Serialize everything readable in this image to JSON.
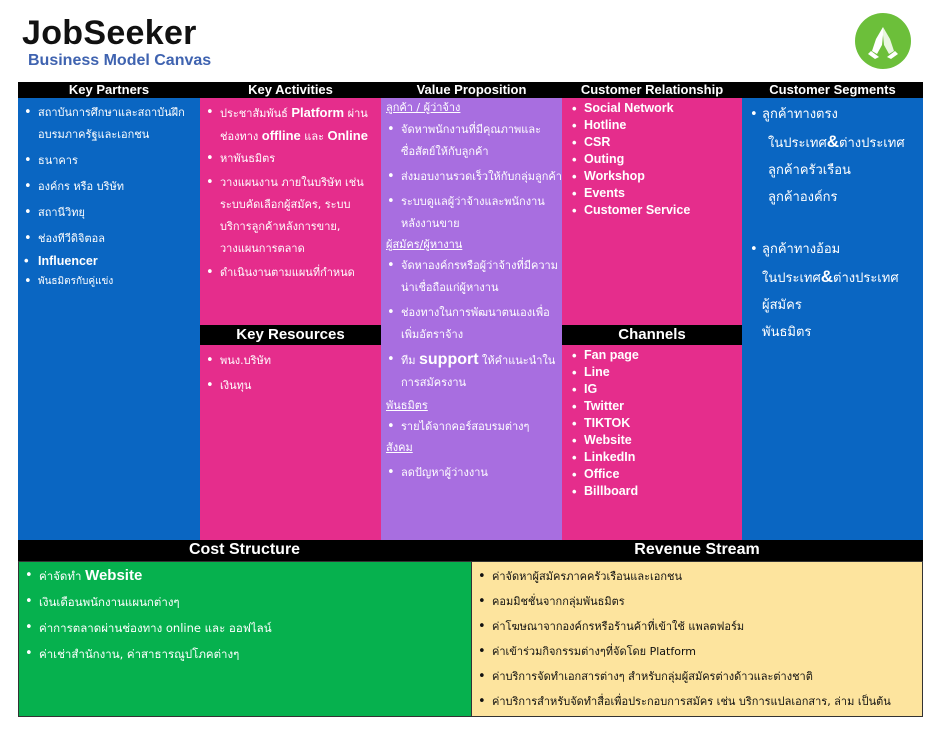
{
  "header": {
    "title": "JobSeeker",
    "subtitle": "Business Model Canvas",
    "logo_icon": "praying-hands-icon"
  },
  "colors": {
    "blue": "#0a66c2",
    "magenta": "#e52d8c",
    "purple": "#a86ee0",
    "green": "#06b14e",
    "cream": "#fde49e",
    "header_bg": "#000000",
    "logo": "#6cbf3a"
  },
  "key_partners": {
    "title": "Key Partners",
    "items": [
      "สถาบันการศึกษาและสถาบันฝึกอบรมภาครัฐและเอกชน",
      "ธนาคาร",
      "องค์กร หรือ บริษัท",
      "สถานีวิทยุ",
      "ช่องทีวีดิจิตอล",
      "Influencer",
      "พันธมิตรกับคู่แข่ง"
    ]
  },
  "key_activities": {
    "title": "Key Activities",
    "items": [
      {
        "pre": "ประชาสัมพันธ์ ",
        "en": "Platform",
        "post": " ผ่านช่องทาง "
      },
      {
        "text": "หาพันธมิตร"
      },
      {
        "text": "วางแผนงาน ภายในบริษัท เช่น ระบบคัดเลือกผู้สมัคร, ระบบบริการลูกค้าหลังการขาย, วางแผนการตลาด"
      },
      {
        "text": "ดำเนินงานตามแผนที่กำหนด"
      }
    ],
    "item1_en2": "offline",
    "item1_and": " และ ",
    "item1_en3": "Online"
  },
  "key_resources": {
    "title": "Key Resources",
    "items": [
      "พนง.บริษัท",
      "เงินทุน"
    ]
  },
  "value_proposition": {
    "title": "Value Proposition",
    "sections": [
      {
        "heading": "ลูกค้า / ผู้ว่าจ้าง",
        "items": [
          "จัดหาพนักงานที่มีคุณภาพและซื่อสัตย์ให้กับลูกค้า",
          "ส่งมอบงานรวดเร็วให้กับกลุ่มลูกค้า",
          "ระบบดูแลผู้ว่าจ้างและพนักงานหลังงานขาย"
        ]
      },
      {
        "heading": "ผู้สมัคร/ผู้หางาน",
        "items": [
          "จัดหาองค์กรหรือผู้ว่าจ้างที่มีความน่าเชื่อถือแก่ผู้หางาน",
          "ช่องทางในการพัฒนาตนเองเพื่อเพิ่มอัตราจ้าง"
        ],
        "support_pre": "ทีม ",
        "support_en": "support",
        "support_post": " ให้คำแนะนำในการสมัครงาน"
      },
      {
        "heading": "พันธมิตร",
        "items": [
          "รายได้จากคอร์สอบรมต่างๆ"
        ]
      },
      {
        "heading": "สังคม",
        "items": [
          "ลดปัญหาผู้ว่างงาน"
        ]
      }
    ]
  },
  "customer_relationship": {
    "title": "Customer Relationship",
    "items": [
      "Social Network",
      "Hotline",
      "CSR",
      "Outing",
      "Workshop",
      "Events",
      "Customer Service"
    ]
  },
  "channels": {
    "title": "Channels",
    "items": [
      "Fan page",
      "Line",
      "IG",
      "Twitter",
      "TIKTOK",
      "Website",
      "LinkedIn",
      "Office",
      "Billboard"
    ]
  },
  "customer_segments": {
    "title": "Customer Segments",
    "direct": {
      "head": "ลูกค้าทางตรง",
      "line1_pre": "ในประเทศ",
      "amp": "&",
      "line1_post": "ต่างประเทศ",
      "line2": "ลูกค้าครัวเรือน",
      "line3": "ลูกค้าองค์กร"
    },
    "indirect": {
      "head": "ลูกค้าทางอ้อม",
      "line1_pre": "ในประเทศ",
      "amp": "&",
      "line1_post": "ต่างประเทศ",
      "line2": "ผู้สมัคร",
      "line3": "พันธมิตร"
    }
  },
  "cost_structure": {
    "title": "Cost Structure",
    "item1_pre": "ค่าจัดทำ ",
    "item1_en": "Website",
    "items": [
      "เงินเดือนพนักงานแผนกต่างๆ",
      "ค่าการตลาดผ่านช่องทาง online และ ออฟไลน์",
      "ค่าเช่าสำนักงาน, ค่าสาธารณูปโภคต่างๆ"
    ]
  },
  "revenue_stream": {
    "title": "Revenue Stream",
    "items": [
      "ค่าจัดหาผู้สมัครภาคครัวเรือนและเอกชน",
      "คอมมิชชั่นจากกลุ่มพันธมิตร",
      "ค่าโฆษณาจากองค์กรหรือร้านค้าที่เข้าใช้ แพลตฟอร์ม",
      "ค่าเข้าร่วมกิจกรรมต่างๆที่จัดโดย Platform",
      "ค่าบริการจัดทำเอกสารต่างๆ สำหรับกลุ่มผู้สมัครต่างด้าวและต่างชาติ",
      "ค่าบริการสำหรับจัดทำสื่อเพื่อประกอบการสมัคร เช่น บริการแปลเอกสาร, ล่าม เป็นต้น"
    ]
  }
}
